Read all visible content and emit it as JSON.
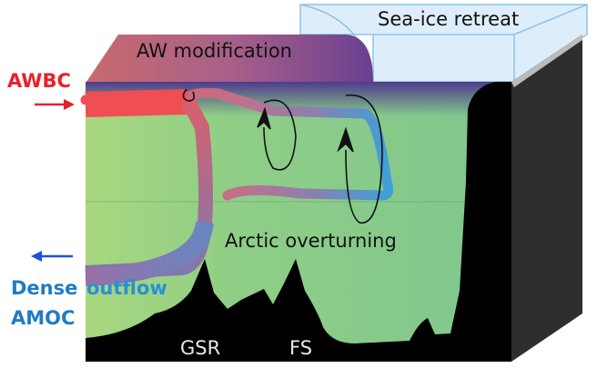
{
  "labels": {
    "sea_ice": "Sea-ice retreat",
    "aw_modification": "AW modification",
    "awbc": "AWBC",
    "dense": "Dense",
    "outflow": "outflow",
    "amoc": "AMOC",
    "arctic_overturning": "Arctic overturning",
    "gsr": "GSR",
    "fs": "FS"
  },
  "colors": {
    "ocean": "#86c98a",
    "atlantic_water": "#e8505a",
    "dense_water": "#2f9bd6",
    "surface": "#5b3f8e",
    "topography": "#000000",
    "ice": "#ddeefa",
    "awbc_text": "#e8202a",
    "outflow_text": "#1f7cc4"
  }
}
